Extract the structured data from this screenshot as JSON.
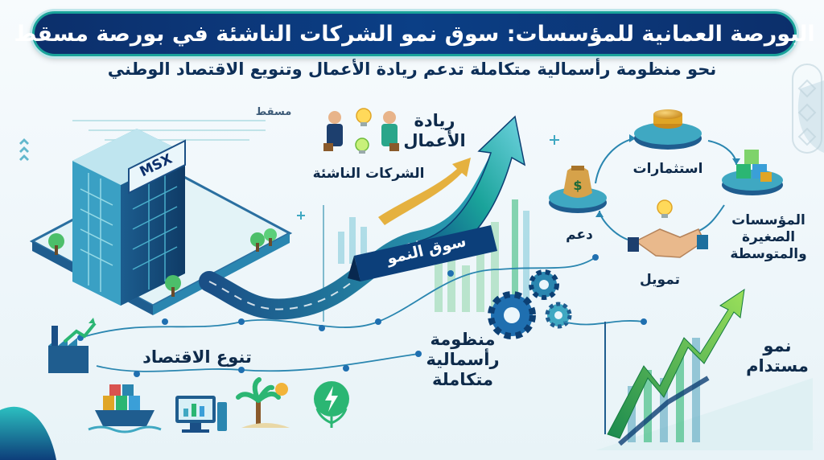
{
  "header": {
    "title": "البورصة العمانية للمؤسسات: سوق نمو الشركات الناشئة في بورصة مسقط",
    "subtitle": "نحو منظومة رأسمالية متكاملة تدعم ريادة الأعمال وتنويع الاقتصاد الوطني"
  },
  "building": {
    "sign": "MSX",
    "city_label": "مسقط"
  },
  "growth_market": {
    "label": "سوق النمو"
  },
  "entrepreneurship": {
    "title_line1": "ريادة",
    "title_line2": "الأعمال",
    "caption": "الشركات الناشئة"
  },
  "cycle": {
    "investments": "استثمارات",
    "sme_line1": "المؤسسات",
    "sme_line2": "الصغيرة",
    "sme_line3": "والمتوسطة",
    "financing": "تمويل",
    "support": "دعم"
  },
  "ecosystem": {
    "line1": "منظومة",
    "line2": "رأسمالية",
    "line3": "متكاملة"
  },
  "sustainable": {
    "line1": "نمو",
    "line2": "مستدام"
  },
  "diversification": {
    "label": "تنوع الاقتصاد"
  },
  "colors": {
    "navy": "#0c2f6b",
    "teal": "#1aa39a",
    "green": "#2bb673",
    "gold": "#e0a526",
    "text": "#0e2a4a"
  }
}
